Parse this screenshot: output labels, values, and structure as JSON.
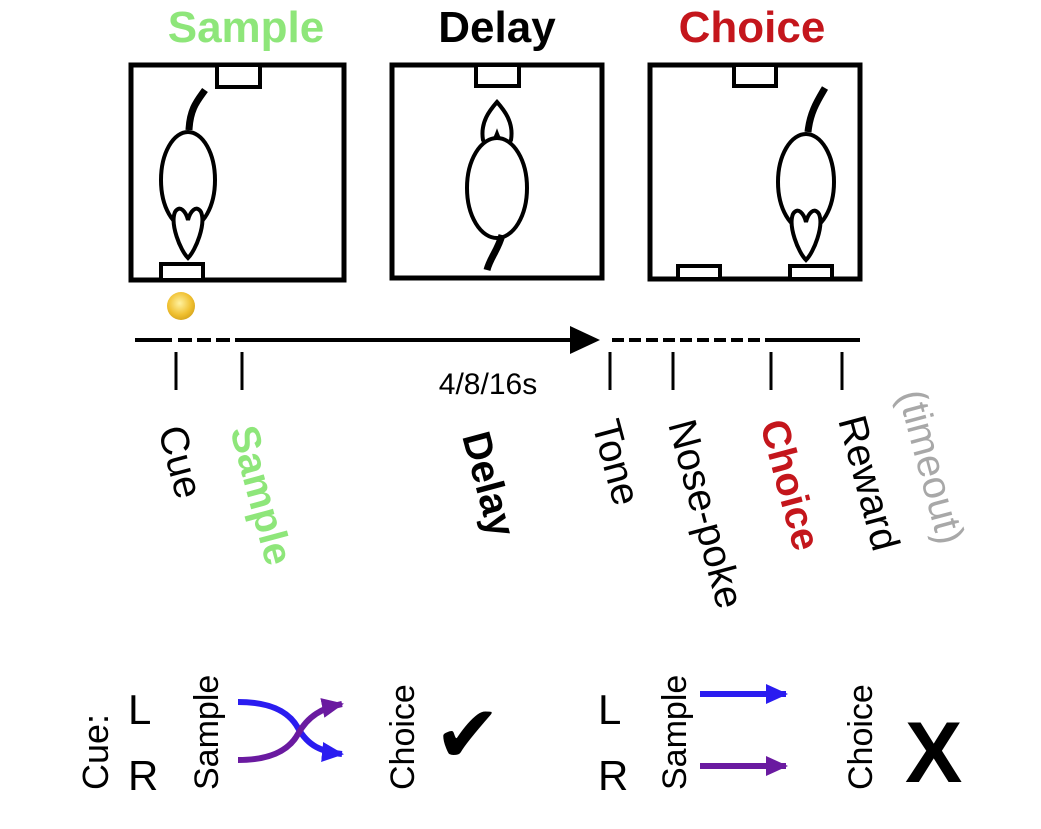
{
  "phases": {
    "sample": "Sample",
    "delay": "Delay",
    "choice": "Choice"
  },
  "timeline": {
    "duration": "4/8/16s",
    "events": {
      "cue": "Cue",
      "sample": "Sample",
      "delay": "Delay",
      "tone": "Tone",
      "nose_poke": "Nose-poke",
      "choice": "Choice",
      "reward": "Reward",
      "timeout": "(timeout)"
    }
  },
  "rule": {
    "cue_label": "Cue:",
    "left": "L",
    "right": "R",
    "sample_label": "Sample",
    "choice_label": "Choice",
    "correct_mark": "✔",
    "incorrect_mark": "X"
  },
  "colors": {
    "sample_green": "#8ee67a",
    "choice_red": "#c4161c",
    "blue": "#2a1cf0",
    "purple": "#6a1aa0",
    "cue_light": "#f0c030",
    "timeout_gray": "#a8a8a8"
  }
}
